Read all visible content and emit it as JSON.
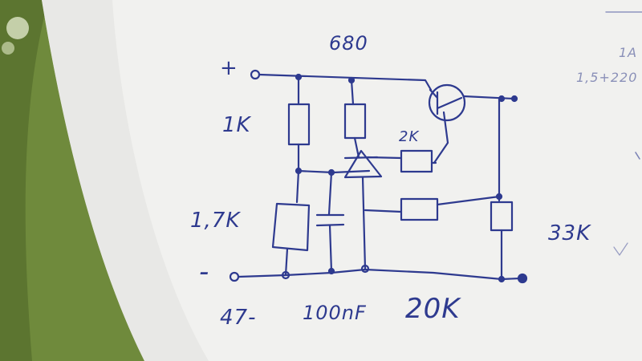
{
  "labels": {
    "top_resistor": "680",
    "plus_terminal": "+",
    "minus_terminal": "-",
    "r1": "1K",
    "r2": "1,7K",
    "r_base": "2K",
    "r_right": "33K",
    "bottom_left": "47-",
    "capacitor": "100nF",
    "pot": "20K",
    "margin_1": "1A",
    "margin_2": "1,5+220"
  },
  "colors": {
    "ink": "#2e3a8f",
    "paper": "#f1f1ef",
    "background": "#6f8a3c"
  }
}
